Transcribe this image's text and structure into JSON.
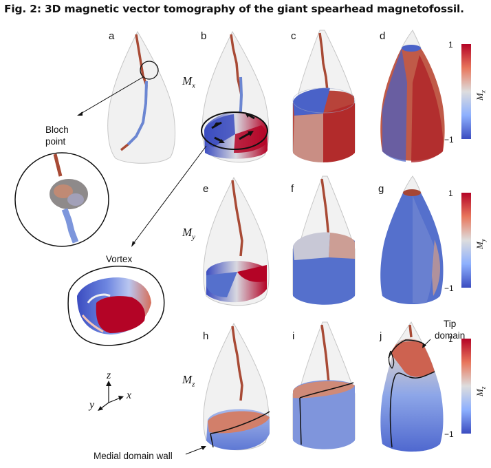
{
  "title": "Fig. 2: 3D magnetic vector tomography of the giant spearhead magnetofossil.",
  "panels": [
    "a",
    "b",
    "c",
    "d",
    "e",
    "f",
    "g",
    "h",
    "i",
    "j"
  ],
  "row_labels": {
    "mx": "M",
    "mx_sub": "x",
    "my": "M",
    "my_sub": "y",
    "mz": "M",
    "mz_sub": "z"
  },
  "annotations": {
    "bloch_line1": "Bloch",
    "bloch_line2": "point",
    "vortex": "Vortex",
    "tip_line1": "Tip",
    "tip_line2": "domain",
    "medial_wall": "Medial domain wall"
  },
  "axes": {
    "x": "x",
    "y": "y",
    "z": "z"
  },
  "colorbars": [
    {
      "label": "M",
      "sub": "x",
      "max": "1",
      "min": "−1"
    },
    {
      "label": "M",
      "sub": "y",
      "max": "1",
      "min": "−1"
    },
    {
      "label": "M",
      "sub": "z",
      "max": "1",
      "min": "−1"
    }
  ],
  "colors": {
    "red": "#b40426",
    "blue": "#3b4cc0",
    "white": "#f2f2f2",
    "shell": "#c8c8c8",
    "chain": "#a0432a"
  }
}
